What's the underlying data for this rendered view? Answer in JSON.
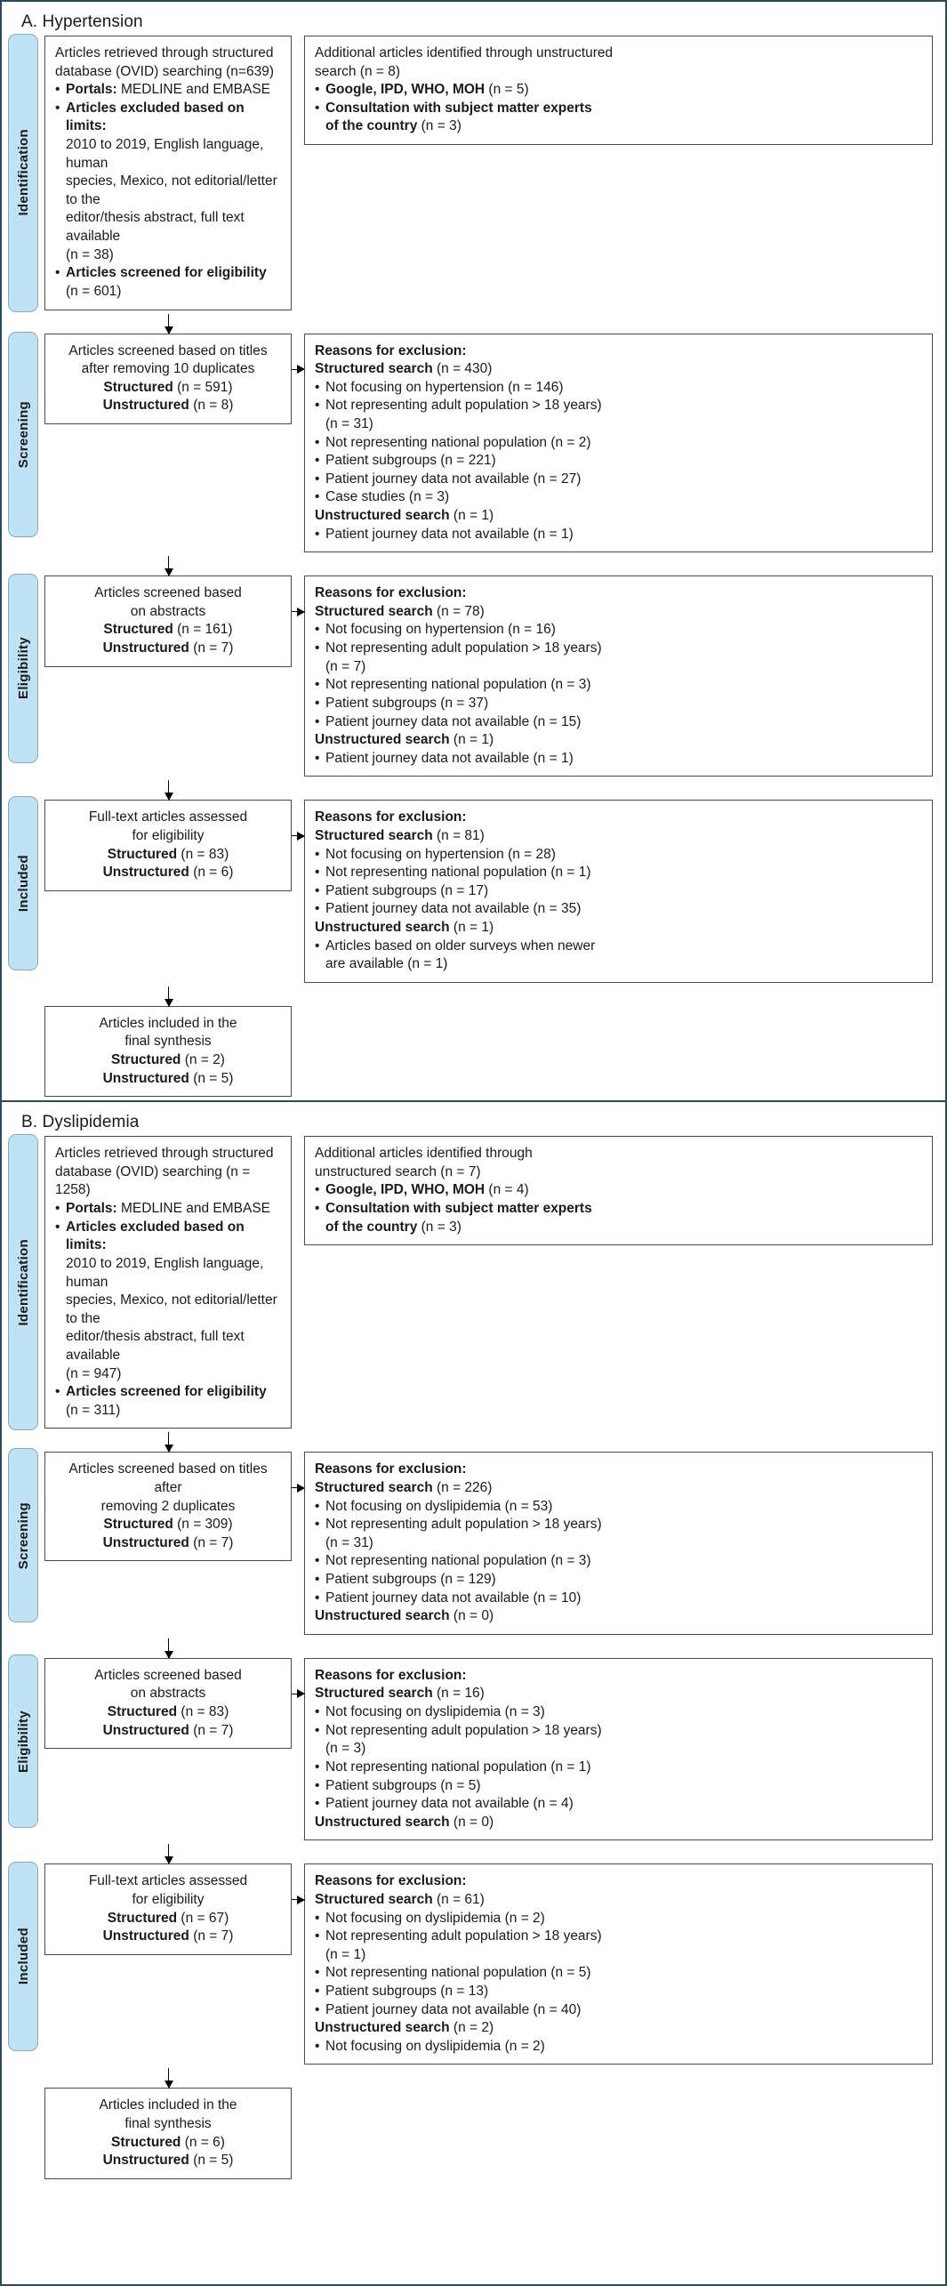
{
  "sections": [
    {
      "title": "A. Hypertension",
      "phases": [
        "Identification",
        "Screening",
        "Eligibility",
        "Included"
      ],
      "identification": {
        "structured": {
          "line1": "Articles retrieved through structured",
          "line2": "database (OVID) searching (n=639)",
          "bullets": [
            {
              "bold": "Portals:",
              "rest": " MEDLINE and EMBASE"
            },
            {
              "bold": "Articles excluded based on limits:",
              "rest": ""
            }
          ],
          "continuation": [
            "2010 to 2019, English language, human",
            "species, Mexico, not editorial/letter to the",
            "editor/thesis abstract, full text available",
            "(n = 38)"
          ],
          "final": {
            "bold": "Articles screened for eligibility",
            "rest": " (n = 601)"
          }
        },
        "unstructured": {
          "line1": "Additional articles identified through unstructured",
          "line2": "search (n = 8)",
          "bullets": [
            {
              "bold": "Google, IPD, WHO, MOH",
              "rest": " (n = 5)"
            },
            {
              "bold": "Consultation with subject matter experts",
              "rest": ""
            }
          ],
          "continuation": [
            {
              "bold": "of the country",
              "rest": " (n = 3)"
            }
          ]
        }
      },
      "stages": [
        {
          "left": {
            "lines": [
              "Articles screened based on titles",
              "after removing 10 duplicates"
            ],
            "counts": [
              {
                "bold": "Structured",
                "rest": " (n = 591)"
              },
              {
                "bold": "Unstructured",
                "rest": " (n = 8)"
              }
            ]
          },
          "right": {
            "title": "Reasons for exclusion:",
            "groups": [
              {
                "header": {
                  "bold": "Structured search",
                  "rest": " (n = 430)"
                },
                "items": [
                  "Not focusing on hypertension (n = 146)",
                  "Not representing adult population > 18 years)",
                  "(n = 31)",
                  "Not representing national population (n = 2)",
                  "Patient subgroups (n = 221)",
                  "Patient journey data not available (n = 27)",
                  "Case studies (n = 3)"
                ],
                "nobullet_index": [
                  2
                ]
              },
              {
                "header": {
                  "bold": "Unstructured search",
                  "rest": " (n = 1)"
                },
                "items": [
                  "Patient journey data not available (n = 1)"
                ],
                "nobullet_index": []
              }
            ]
          }
        },
        {
          "left": {
            "lines": [
              "Articles screened based",
              "on abstracts"
            ],
            "counts": [
              {
                "bold": "Structured",
                "rest": " (n = 161)"
              },
              {
                "bold": "Unstructured",
                "rest": " (n = 7)"
              }
            ]
          },
          "right": {
            "title": "Reasons for exclusion:",
            "groups": [
              {
                "header": {
                  "bold": "Structured search",
                  "rest": " (n = 78)"
                },
                "items": [
                  "Not focusing on hypertension (n = 16)",
                  "Not representing adult population > 18 years)",
                  "(n = 7)",
                  "Not representing national population (n = 3)",
                  "Patient subgroups (n = 37)",
                  "Patient journey data not available (n = 15)"
                ],
                "nobullet_index": [
                  2
                ]
              },
              {
                "header": {
                  "bold": "Unstructured search",
                  "rest": " (n = 1)"
                },
                "items": [
                  "Patient journey data not available (n = 1)"
                ],
                "nobullet_index": []
              }
            ]
          }
        },
        {
          "left": {
            "lines": [
              "Full-text articles assessed",
              "for eligibility"
            ],
            "counts": [
              {
                "bold": "Structured",
                "rest": " (n = 83)"
              },
              {
                "bold": "Unstructured",
                "rest": " (n = 6)"
              }
            ]
          },
          "right": {
            "title": "Reasons for exclusion:",
            "groups": [
              {
                "header": {
                  "bold": "Structured search",
                  "rest": " (n = 81)"
                },
                "items": [
                  "Not focusing on hypertension (n = 28)",
                  "Not representing national population (n = 1)",
                  "Patient subgroups (n = 17)",
                  "Patient journey data not available (n = 35)"
                ],
                "nobullet_index": []
              },
              {
                "header": {
                  "bold": "Unstructured search",
                  "rest": " (n = 1)"
                },
                "items": [
                  "Articles based on older surveys when newer",
                  "are available (n = 1)"
                ],
                "nobullet_index": [
                  1
                ]
              }
            ]
          }
        },
        {
          "left": {
            "lines": [
              "Articles included in the",
              "final synthesis"
            ],
            "counts": [
              {
                "bold": "Structured",
                "rest": " (n = 2)"
              },
              {
                "bold": "Unstructured",
                "rest": " (n = 5)"
              }
            ]
          },
          "right": null
        }
      ]
    },
    {
      "title": "B. Dyslipidemia",
      "phases": [
        "Identification",
        "Screening",
        "Eligibility",
        "Included"
      ],
      "identification": {
        "structured": {
          "line1": "Articles retrieved through structured",
          "line2": "database (OVID) searching (n = 1258)",
          "bullets": [
            {
              "bold": "Portals:",
              "rest": " MEDLINE and EMBASE"
            },
            {
              "bold": "Articles excluded based on limits:",
              "rest": ""
            }
          ],
          "continuation": [
            "2010 to 2019, English language, human",
            "species, Mexico, not editorial/letter to the",
            "editor/thesis abstract, full text available",
            "(n = 947)"
          ],
          "final": {
            "bold": "Articles screened for eligibility",
            "rest": " (n = 311)"
          }
        },
        "unstructured": {
          "line1": "Additional articles identified through",
          "line2": "unstructured search (n = 7)",
          "bullets": [
            {
              "bold": "Google, IPD, WHO, MOH",
              "rest": " (n = 4)"
            },
            {
              "bold": "Consultation with subject matter experts",
              "rest": ""
            }
          ],
          "continuation": [
            {
              "bold": "of the country",
              "rest": " (n = 3)"
            }
          ]
        }
      },
      "stages": [
        {
          "left": {
            "lines": [
              "Articles screened based on titles after",
              "removing 2 duplicates"
            ],
            "counts": [
              {
                "bold": "Structured",
                "rest": " (n = 309)"
              },
              {
                "bold": "Unstructured",
                "rest": " (n = 7)"
              }
            ]
          },
          "right": {
            "title": "Reasons for exclusion:",
            "groups": [
              {
                "header": {
                  "bold": "Structured search",
                  "rest": " (n = 226)"
                },
                "items": [
                  "Not focusing on dyslipidemia (n = 53)",
                  "Not representing adult population > 18 years)",
                  "(n = 31)",
                  "Not representing national population (n = 3)",
                  "Patient subgroups (n = 129)",
                  "Patient journey data not available (n = 10)"
                ],
                "nobullet_index": [
                  2
                ]
              },
              {
                "header": {
                  "bold": "Unstructured search",
                  "rest": " (n = 0)"
                },
                "items": [],
                "nobullet_index": []
              }
            ]
          }
        },
        {
          "left": {
            "lines": [
              "Articles screened based",
              "on abstracts"
            ],
            "counts": [
              {
                "bold": "Structured",
                "rest": " (n = 83)"
              },
              {
                "bold": "Unstructured",
                "rest": " (n = 7)"
              }
            ]
          },
          "right": {
            "title": "Reasons for exclusion:",
            "groups": [
              {
                "header": {
                  "bold": "Structured search",
                  "rest": " (n = 16)"
                },
                "items": [
                  "Not focusing on dyslipidemia (n = 3)",
                  "Not representing adult population > 18 years)",
                  "(n = 3)",
                  "Not representing national population (n = 1)",
                  "Patient subgroups (n = 5)",
                  "Patient journey data not available (n = 4)"
                ],
                "nobullet_index": [
                  2
                ]
              },
              {
                "header": {
                  "bold": "Unstructured search",
                  "rest": " (n = 0)"
                },
                "items": [],
                "nobullet_index": []
              }
            ]
          }
        },
        {
          "left": {
            "lines": [
              "Full-text articles assessed",
              "for eligibility"
            ],
            "counts": [
              {
                "bold": "Structured",
                "rest": " (n = 67)"
              },
              {
                "bold": "Unstructured",
                "rest": " (n = 7)"
              }
            ]
          },
          "right": {
            "title": "Reasons for exclusion:",
            "groups": [
              {
                "header": {
                  "bold": "Structured search",
                  "rest": " (n = 61)"
                },
                "items": [
                  "Not focusing on dyslipidemia (n = 2)",
                  "Not representing adult population > 18 years)",
                  "(n = 1)",
                  "Not representing national population (n = 5)",
                  "Patient subgroups (n = 13)",
                  "Patient journey data not available (n = 40)"
                ],
                "nobullet_index": [
                  2
                ]
              },
              {
                "header": {
                  "bold": "Unstructured search",
                  "rest": " (n = 2)"
                },
                "items": [
                  "Not focusing on dyslipidemia (n = 2)"
                ],
                "nobullet_index": []
              }
            ]
          }
        },
        {
          "left": {
            "lines": [
              "Articles included in the",
              "final synthesis"
            ],
            "counts": [
              {
                "bold": "Structured",
                "rest": " (n = 6)"
              },
              {
                "bold": "Unstructured",
                "rest": " (n = 5)"
              }
            ]
          },
          "right": null
        }
      ]
    }
  ],
  "colors": {
    "phase_fill": "#bfe2f5",
    "phase_border": "#8fa8b5",
    "box_border": "#4a4a4a",
    "frame": "#2b4a5a"
  }
}
